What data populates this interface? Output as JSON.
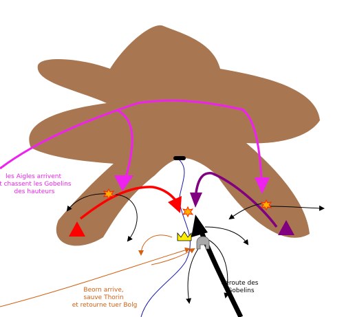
{
  "colors": {
    "mountain": "#a87650",
    "eagles": "#ee22ee",
    "red_army": "#ff0000",
    "purple_army": "#800080",
    "goblins": "#000000",
    "beorn": "#d35f10",
    "river": "#1a1aaa",
    "clash_fill": "#ffb000",
    "clash_stroke": "#ff2200",
    "crown": "#ffee00",
    "helmet": "#aaaaaa"
  },
  "labels": {
    "eagles": [
      "les Aigles arrivent",
      "et chassent les Gobelins",
      "des hauteurs"
    ],
    "beorn": [
      "Beorn arrive,",
      "sauve Thorin",
      "et retourne tuer Bolg"
    ],
    "rout": [
      "déroute des",
      "Gobelins"
    ]
  },
  "icons": {
    "clash": "explosion-icon",
    "thorin": "crown-icon",
    "bolg": "helmet-icon",
    "cave": "cave-entrance-icon",
    "army": "triangle-icon"
  }
}
